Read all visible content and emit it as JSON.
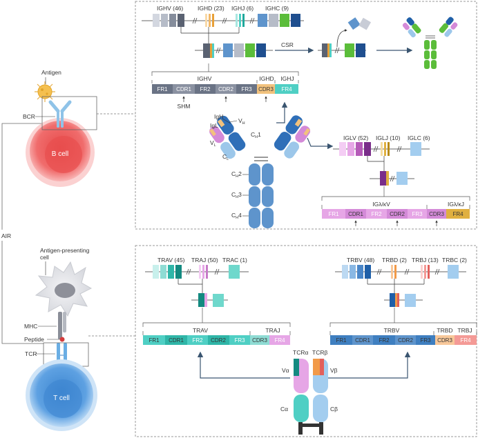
{
  "left": {
    "antigen": "Antigen",
    "bcr": "BCR",
    "b_cell": "B cell",
    "air": "AIR",
    "apc": [
      "Antigen-presenting",
      "cell"
    ],
    "mhc": "MHC",
    "peptide": "Peptide",
    "tcr": "TCR",
    "t_cell": "T cell"
  },
  "igh": {
    "genes": [
      "IGHV (46)",
      "IGHD (23)",
      "IGHJ (6)",
      "IGHC (9)"
    ],
    "csr": "CSR",
    "region_v": "IGHV",
    "region_d": "IGHD",
    "region_j": "IGHJ",
    "segments": [
      "FR1",
      "CDR1",
      "FR2",
      "CDR2",
      "FR3",
      "CDR3",
      "FR4"
    ],
    "shm": "SHM"
  },
  "antibody": {
    "igh": "IgH",
    "igl": "IgL",
    "vh": "V",
    "vh_sub": "H",
    "vl": "V",
    "vl_sub": "L",
    "ch1": "C",
    "ch1_sub": "H",
    "ch1_num": "1",
    "cl": "C",
    "cl_sub": "L",
    "ch2": "C",
    "ch2_sub": "H",
    "ch2_num": "2",
    "ch3": "C",
    "ch3_sub": "H",
    "ch3_num": "3",
    "ch4": "C",
    "ch4_sub": "H",
    "ch4_num": "4"
  },
  "igl": {
    "genes": [
      "IGLV (52)",
      "IGLJ (10)",
      "IGLC (6)"
    ],
    "region_v": "IGλ/κV",
    "region_j": "IGλ/κJ",
    "segments": [
      "FR1",
      "CDR1",
      "FR2",
      "CDR2",
      "FR3",
      "CDR3",
      "FR4"
    ]
  },
  "tra": {
    "genes": [
      "TRAV (45)",
      "TRAJ (50)",
      "TRAC (1)"
    ],
    "region_v": "TRAV",
    "region_j": "TRAJ",
    "segments": [
      "FR1",
      "CDR1",
      "FR2",
      "CDR2",
      "FR3",
      "CDR3",
      "FR4"
    ]
  },
  "trb": {
    "genes": [
      "TRBV (48)",
      "TRBD (2)",
      "TRBJ (13)",
      "TRBC (2)"
    ],
    "region_v": "TRBV",
    "region_d": "TRBD",
    "region_j": "TRBJ",
    "segments": [
      "FR1",
      "CDR1",
      "FR2",
      "CDR2",
      "FR3",
      "CDR3",
      "FR4"
    ]
  },
  "tcr_mol": {
    "alpha": "TCRα",
    "beta": "TCRβ",
    "va": "Vα",
    "vb": "Vβ",
    "ca": "Cα",
    "cb": "Cβ"
  },
  "colors": {
    "ighv": "#6a7385",
    "cdr3": "#f2c27d",
    "ighc_green": "#5bbd3a",
    "ighc_blue": "#1f4f8f",
    "igl_pink": "#e6a6e6",
    "igl_purple": "#7a2d8a",
    "igl_gold": "#e0b040",
    "teal": "#4fcfc4",
    "blue": "#3f7fc0",
    "salmon": "#f49a96",
    "b_cell": "#f05a5a",
    "t_cell": "#4a92d8"
  }
}
